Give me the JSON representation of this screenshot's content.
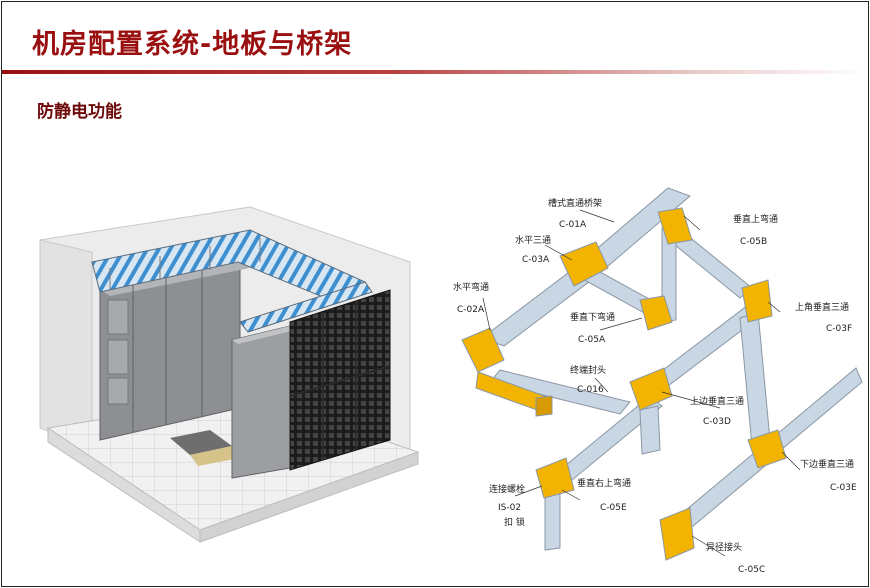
{
  "slide": {
    "title": "机房配置系统-地板与桥架",
    "subtitle": "防静电功能"
  },
  "tray_labels": [
    {
      "name": "槽式直通桥架",
      "code": "C-01A"
    },
    {
      "name": "水平三通",
      "code": "C-03A"
    },
    {
      "name": "水平弯通",
      "code": "C-02A"
    },
    {
      "name": "垂直下弯通",
      "code": "C-05A"
    },
    {
      "name": "终端封头",
      "code": "C-016"
    },
    {
      "name": "垂直上弯通",
      "code": "C-05B"
    },
    {
      "name": "上角垂直三通",
      "code": "C-03F"
    },
    {
      "name": "上边垂直三通",
      "code": "C-03D"
    },
    {
      "name": "下边垂直三通",
      "code": "C-03E"
    },
    {
      "name": "连接螺栓",
      "code": "IS-02"
    },
    {
      "name": "扣 锁",
      "code": ""
    },
    {
      "name": "垂直右上弯通",
      "code": "C-05E"
    },
    {
      "name": "异径接头",
      "code": "C-05C"
    }
  ],
  "colors": {
    "title": "#9a1010",
    "tray_fill": "#c9d6e3",
    "joint_fill": "#f2b400",
    "cabinet": "#8d8f92"
  }
}
